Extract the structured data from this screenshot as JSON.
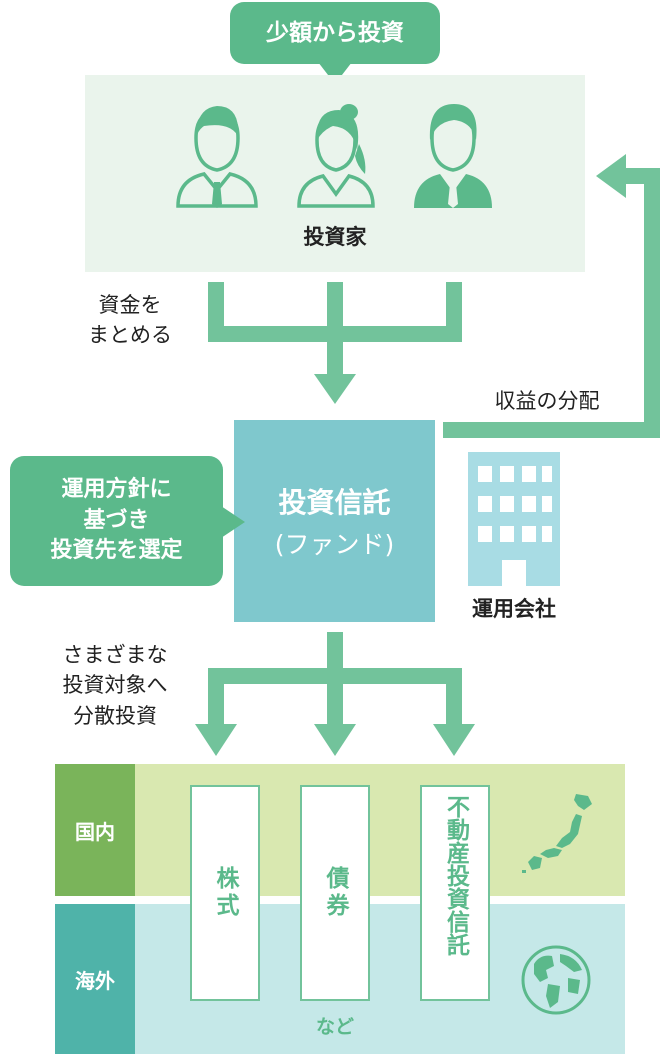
{
  "top_bubble": "少額から投資",
  "investors_label": "投資家",
  "pool_label_line1": "資金を",
  "pool_label_line2": "まとめる",
  "return_label": "収益の分配",
  "fund_title": "投資信託",
  "fund_subtitle": "(ファンド)",
  "policy_line1": "運用方針に",
  "policy_line2": "基づき",
  "policy_line3": "投資先を選定",
  "company_label": "運用会社",
  "diversify_line1": "さまざまな",
  "diversify_line2": "投資対象へ",
  "diversify_line3": "分散投資",
  "domestic_label": "国内",
  "overseas_label": "海外",
  "assets": [
    "株式",
    "債券",
    "不動産投資信託"
  ],
  "etc_label": "など",
  "icons": {
    "investors": [
      "man-icon",
      "woman-icon",
      "man-icon"
    ],
    "company": "office-building-icon",
    "domestic": "japan-map-icon",
    "overseas": "globe-icon"
  },
  "colors": {
    "green": "#5bb98b",
    "arrow": "#72c39b",
    "fund": "#7fc8cd",
    "building": "#a8dce4",
    "domestic_bg": "#d9e8b0",
    "domestic_tab": "#7ab45a",
    "overseas_bg": "#c5e8e8",
    "overseas_tab": "#4fb3a9",
    "investor_bg": "#eaf4ec"
  }
}
